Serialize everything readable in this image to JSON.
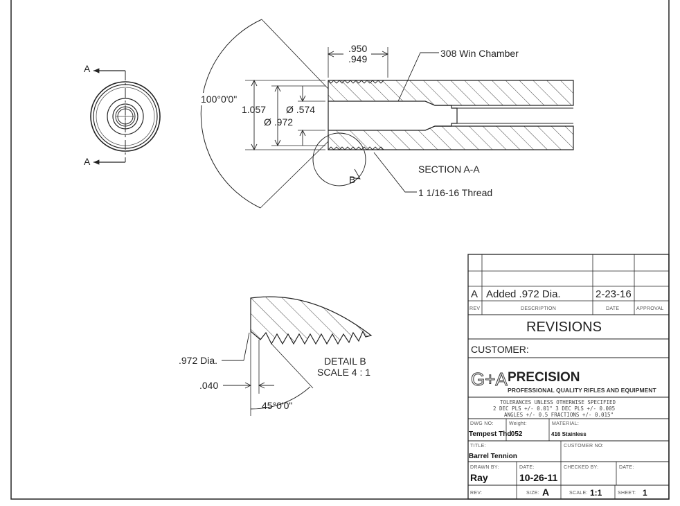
{
  "section_view": {
    "section_marker": "A",
    "angle_label": "100°0'0\"",
    "dim_length_top": ".950",
    "dim_length_bottom": ".949",
    "dim_outer": "1.057",
    "dim_bore": "Ø .574",
    "dim_972": "Ø .972",
    "callout_chamber": "308 Win Chamber",
    "section_title": "SECTION A-A",
    "detail_marker": "B",
    "callout_thread": "1 1/16-16 Thread"
  },
  "detail_view": {
    "dia_label": ".972 Dia.",
    "depth_label": ".040",
    "angle_label": "45°0'0\"",
    "title": "DETAIL B",
    "scale": "SCALE 4 : 1"
  },
  "title_block": {
    "revisions": [
      {
        "rev": "A",
        "description": "Added .972 Dia.",
        "date": "2-23-16",
        "approval": ""
      }
    ],
    "headers": {
      "rev": "REV",
      "description": "DESCRIPTION",
      "date": "DATE",
      "approval": "APPROVAL"
    },
    "revisions_title": "REVISIONS",
    "customer_label": "CUSTOMER:",
    "company": {
      "logo_text": "G+A",
      "name": "PRECISION",
      "tagline": "PROFESSIONAL QUALITY RIFLES AND EQUIPMENT"
    },
    "tolerances": [
      "TOLERANCES UNLESS OTHERWISE SPECIFIED",
      "2 DEC PLS +/- 0.01\" 3 DEC PLS +/- 0.005",
      "ANGLES +/- 0.5 FRACTIONS +/- 0.015\""
    ],
    "dwg_no_label": "DWG NO:",
    "dwg_no": "Tempest Thd",
    "weight_label": "Weight:",
    "weight": ".052",
    "material_label": "MATERIAL:",
    "material": "416 Stainless",
    "title_label": "TITLE:",
    "title": "Barrel Tennion",
    "customer_no_label": "CUSTOMER NO:",
    "drawn_by_label": "DRAWN BY:",
    "drawn_by": "Ray",
    "date_label": "DATE:",
    "date": "10-26-11",
    "checked_by_label": "CHECKED BY:",
    "date2_label": "DATE:",
    "rev_label": "REV:",
    "size_label": "SIZE:",
    "size": "A",
    "scale_label": "SCALE:",
    "scale": "1:1",
    "sheet_label": "SHEET:",
    "sheet": "1"
  }
}
